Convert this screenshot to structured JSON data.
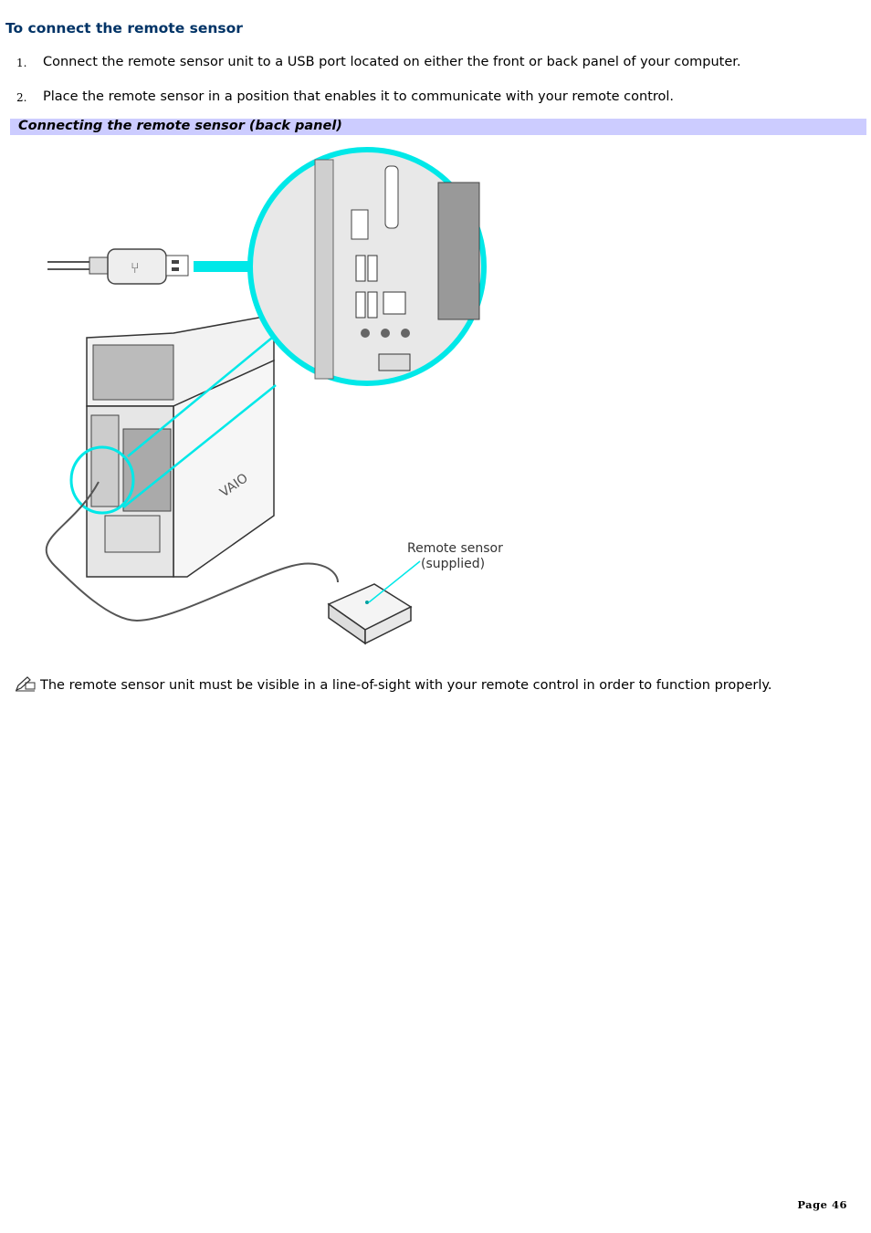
{
  "heading": "To connect the remote sensor",
  "steps": [
    {
      "num": "1.",
      "text": "Connect the remote sensor unit to a USB port located on either the front or back panel of your computer."
    },
    {
      "num": "2.",
      "text": "Place the remote sensor in a position that enables it to communicate with your remote control."
    }
  ],
  "figure": {
    "caption": "Connecting the remote sensor (back panel)",
    "label_line1": "Remote sensor",
    "label_line2": "(supplied)",
    "highlight_color": "#00e8e8"
  },
  "note": {
    "icon": "pencil-note-icon",
    "text": "The remote sensor unit must be visible in a line-of-sight with your remote control in order to function properly."
  },
  "footer": {
    "page": "Page 46"
  }
}
